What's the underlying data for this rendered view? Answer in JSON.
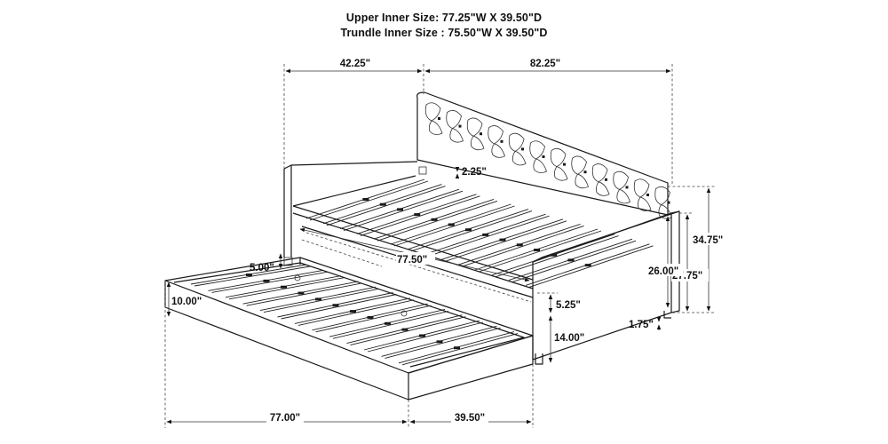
{
  "header": {
    "upper_inner_size": "Upper Inner Size: 77.25\"W X 39.50\"D",
    "trundle_inner_size": "Trundle Inner Size : 75.50\"W X 39.50\"D"
  },
  "dimensions": {
    "top_left_depth": "42.25\"",
    "top_overall_width": "82.25\"",
    "slat_clearance": "2.25\"",
    "back_height": "34.75\"",
    "arm_height": "27.75\"",
    "deck_height": "26.00\"",
    "inner_length": "77.50\"",
    "trundle_rail": "5.00\"",
    "trundle_side": "10.00\"",
    "gap_height": "5.25\"",
    "trundle_height": "14.00\"",
    "leg_height": "1.75\"",
    "trundle_length": "77.00\"",
    "trundle_depth": "39.50\""
  }
}
